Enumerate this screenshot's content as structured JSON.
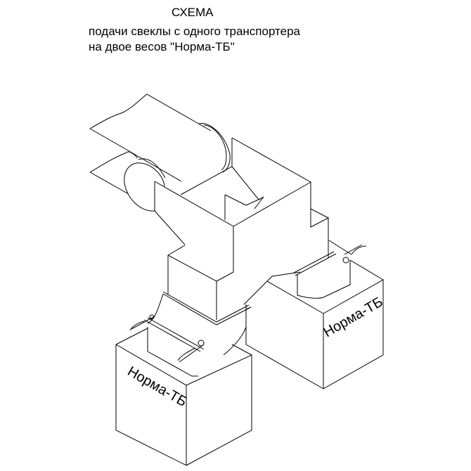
{
  "header": {
    "title": "СХЕМА",
    "subtitle_line1": "подачи свеклы с одного транспортера",
    "subtitle_line2": "на двое весов \"Норма-ТБ\""
  },
  "diagram": {
    "scale_left_label": "Норма-ТБ",
    "scale_right_label": "Норма-ТБ"
  }
}
